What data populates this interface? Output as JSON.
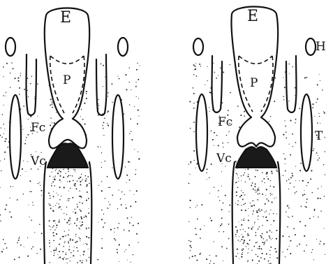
{
  "left_panel": {
    "label_E": "E",
    "label_P": "P",
    "label_Fc": "Fc",
    "label_Vc": "Vc"
  },
  "right_panel": {
    "label_E": "E",
    "label_P": "P",
    "label_Fc": "Fc",
    "label_Vc": "Vc",
    "label_H": "H",
    "label_T": "T"
  }
}
